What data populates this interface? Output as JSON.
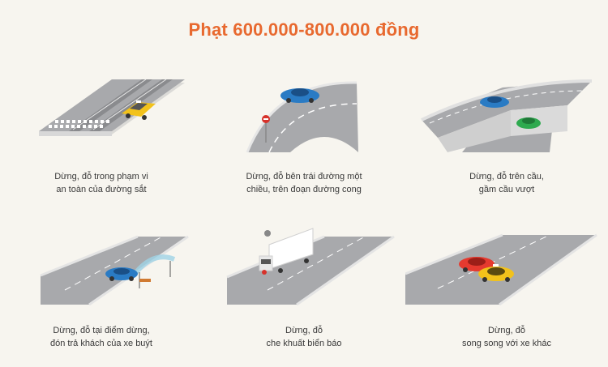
{
  "title": "Phạt 600.000-800.000 đồng",
  "panels": [
    {
      "line1": "Dừng, đỗ trong phạm vi",
      "line2": "an toàn của đường sắt",
      "illustration": "railway-crossing-with-yellow-taxi"
    },
    {
      "line1": "Dừng, đỗ bên trái đường một",
      "line2": "chiều, trên đoạn đường cong",
      "illustration": "curved-road-with-blue-car-and-no-entry-sign"
    },
    {
      "line1": "Dừng, đỗ trên cầu,",
      "line2": "gầm cầu vượt",
      "illustration": "overpass-bridge-with-blue-and-green-cars"
    },
    {
      "line1": "Dừng, đỗ tại điểm dừng,",
      "line2": "đón trả khách của xe buýt",
      "illustration": "bus-stop-with-blue-taxi"
    },
    {
      "line1": "Dừng, đỗ",
      "line2": "che khuất biển báo",
      "illustration": "white-truck-blocking-sign"
    },
    {
      "line1": "Dừng, đỗ",
      "line2": "song song với xe khác",
      "illustration": "red-car-parallel-to-yellow-taxi"
    }
  ],
  "colors": {
    "title": "#e8692f",
    "road": "#a6a8ab",
    "road_edge": "#e4e4e4",
    "taxi": "#f2c21b",
    "blue_car": "#2a7bc4",
    "green_car": "#2eaa4f",
    "red_car": "#e53a2f"
  }
}
